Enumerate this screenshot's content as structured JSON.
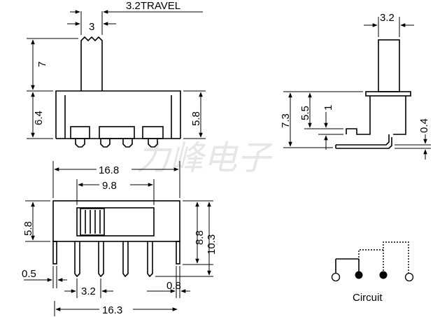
{
  "watermark": "力峰电子",
  "top_view": {
    "dim_travel": "3.2TRAVEL",
    "dim_actuator_width": "3",
    "dim_actuator_height": "7",
    "dim_body_height": "6.4",
    "dim_body_inner_height": "5.8"
  },
  "side_view": {
    "dim_actuator_width": "3.2",
    "dim_total_height": "7.3",
    "dim_body_height": "5.5",
    "dim_bracket_gap": "1",
    "dim_plate_thickness": "0.4"
  },
  "bottom_view": {
    "dim_outer_width": "16.8",
    "dim_inner_width": "9.8",
    "dim_body_height": "5.8",
    "dim_pin_height": "8.8",
    "dim_total_height": "10.3",
    "dim_pin_width": "0.5",
    "dim_pin_pitch": "3.2",
    "dim_end_pin": "0.8",
    "dim_pin_span": "16.3"
  },
  "circuit_label": "Circuit"
}
